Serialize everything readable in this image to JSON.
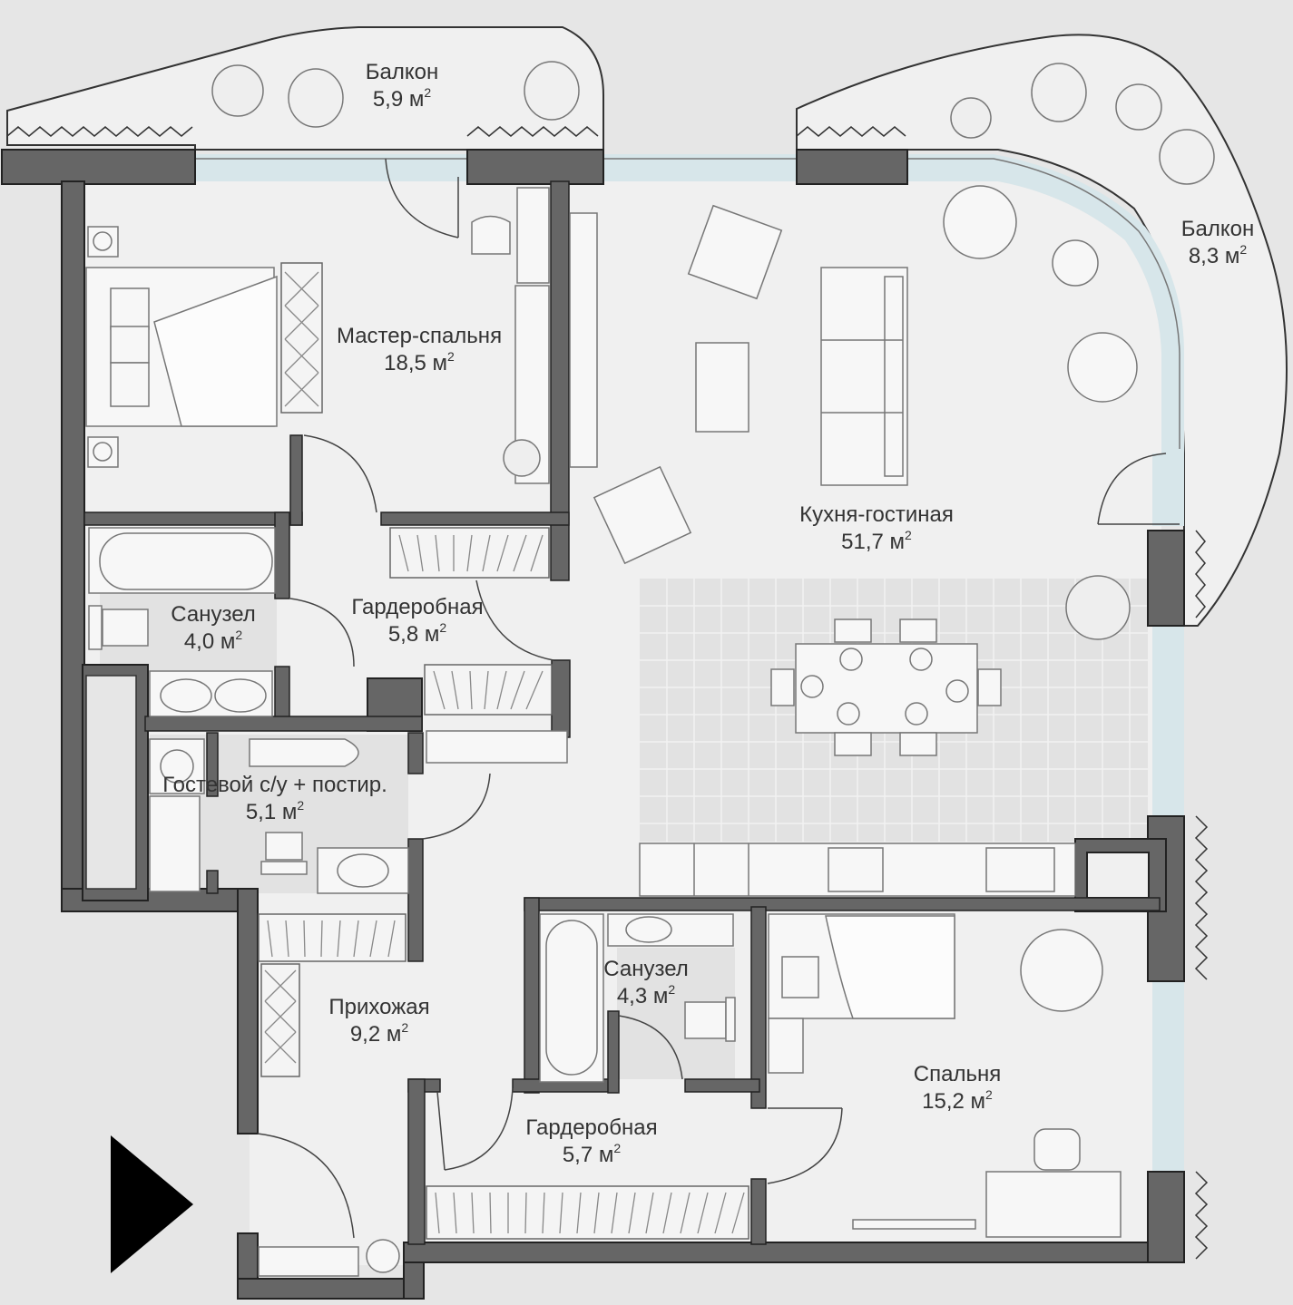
{
  "colors": {
    "background": "#e6e6e6",
    "floor": "#f0f0f0",
    "wall": "#666666",
    "wall_outline": "#222222",
    "glazing": "#d7e6ea",
    "furniture": "#777777",
    "tile": "#dcdcdc"
  },
  "rooms": [
    {
      "name": "Балкон",
      "area_value": "5,9",
      "area_unit": "м",
      "area_power": "2"
    },
    {
      "name": "Балкон",
      "area_value": "8,3",
      "area_unit": "м",
      "area_power": "2"
    },
    {
      "name": "Мастер-спальня",
      "area_value": "18,5",
      "area_unit": "м",
      "area_power": "2"
    },
    {
      "name": "Кухня-гостиная",
      "area_value": "51,7",
      "area_unit": "м",
      "area_power": "2"
    },
    {
      "name": "Санузел",
      "area_value": "4,0",
      "area_unit": "м",
      "area_power": "2"
    },
    {
      "name": "Гардеробная",
      "area_value": "5,8",
      "area_unit": "м",
      "area_power": "2"
    },
    {
      "name": "Гостевой с/у + постир.",
      "area_value": "5,1",
      "area_unit": "м",
      "area_power": "2"
    },
    {
      "name": "Прихожая",
      "area_value": "9,2",
      "area_unit": "м",
      "area_power": "2"
    },
    {
      "name": "Санузел",
      "area_value": "4,3",
      "area_unit": "м",
      "area_power": "2"
    },
    {
      "name": "Спальня",
      "area_value": "15,2",
      "area_unit": "м",
      "area_power": "2"
    },
    {
      "name": "Гардеробная",
      "area_value": "5,7",
      "area_unit": "м",
      "area_power": "2"
    }
  ],
  "icons": {
    "entrance": "entrance-arrow-icon"
  }
}
